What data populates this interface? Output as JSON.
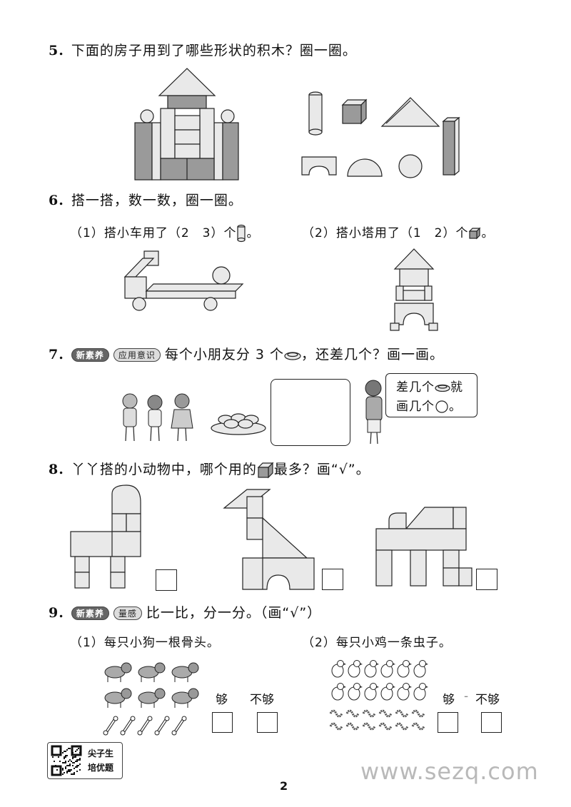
{
  "q5": {
    "num": "5.",
    "text": "下面的房子用到了哪些形状的积木？圈一圈。"
  },
  "q6": {
    "num": "6.",
    "text": "搭一搭，数一数，圈一圈。",
    "part1": "（1）搭小车用了（2　3）个",
    "part2": "（2）搭小塔用了（1　2）个"
  },
  "q7": {
    "num": "7.",
    "tag1": "新素养",
    "tag2": "应用意识",
    "text": "每个小朋友分 3 个",
    "text2": "，还差几个？画一画。",
    "bubble_line1a": "差几个",
    "bubble_line1b": "就",
    "bubble_line2a": "画几个",
    "bubble_line2b": "。"
  },
  "q8": {
    "num": "8.",
    "text": "丫丫搭的小动物中，哪个用的",
    "text2": "最多？画“√”。"
  },
  "q9": {
    "num": "9.",
    "tag1": "新素养",
    "tag2": "量感",
    "text": "比一比，分一分。（画“√”）",
    "part1": "（1）每只小狗一根骨头。",
    "part2": "（2）每只小鸡一条虫子。",
    "enough": "够",
    "not_enough": "不够",
    "dash": "-"
  },
  "footer": {
    "qr_label1": "尖子生",
    "qr_label2": "培优题",
    "page": "2",
    "watermark": "www.sezq.com"
  }
}
